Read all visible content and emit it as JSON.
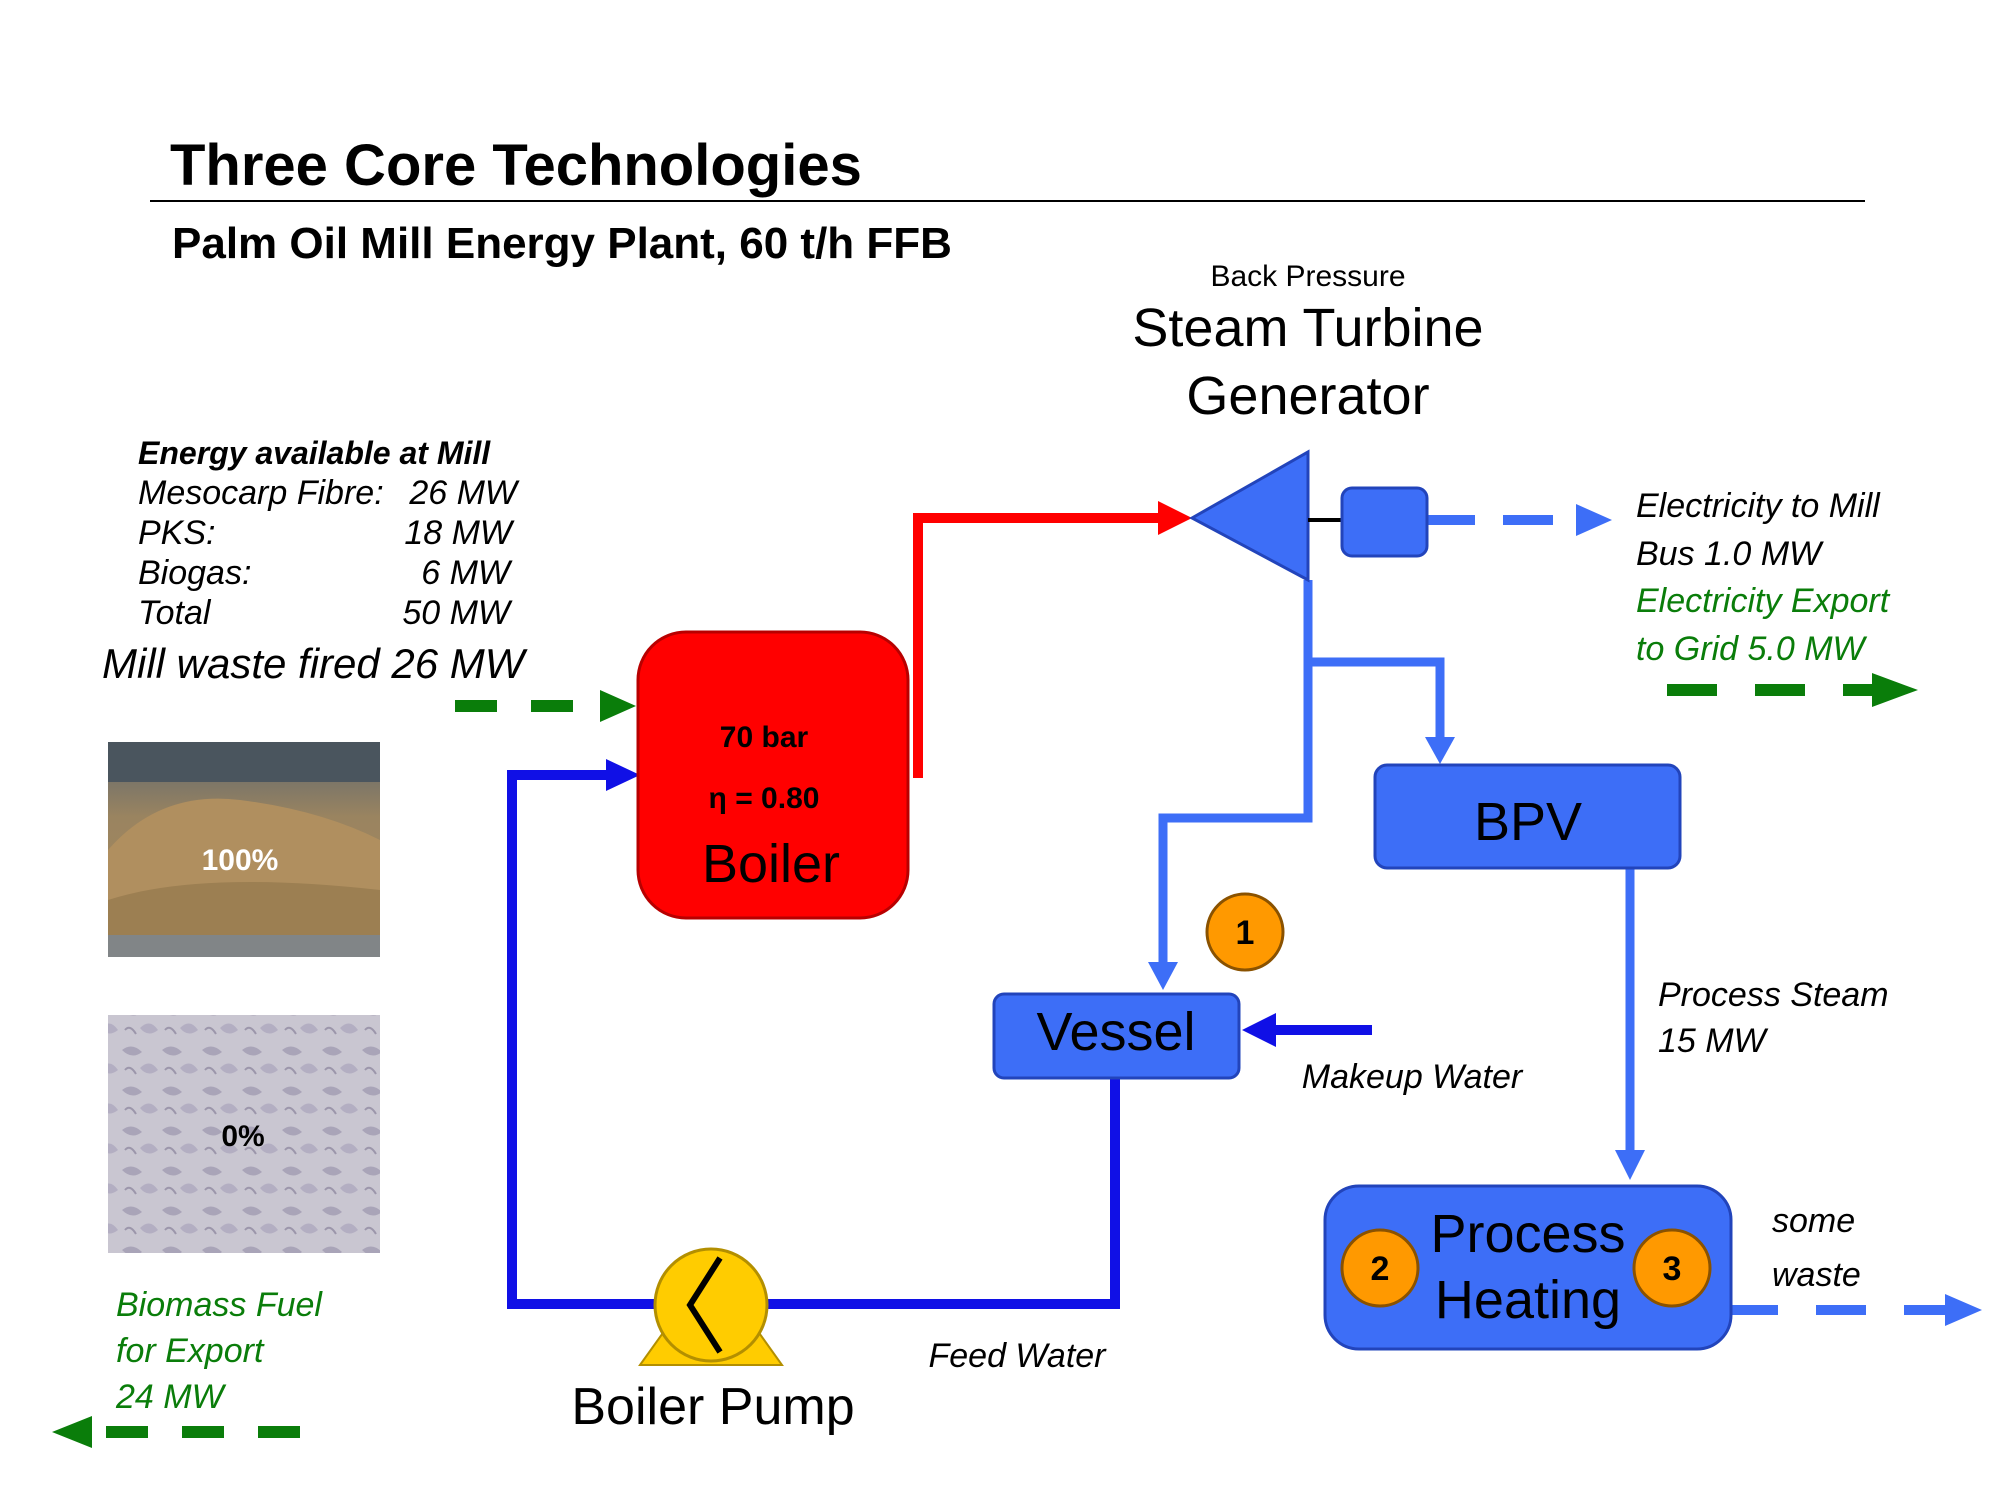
{
  "header": {
    "title": "Three Core Technologies",
    "subtitle": "Palm Oil Mill Energy Plant, 60 t/h FFB"
  },
  "turbine": {
    "caption_small": "Back Pressure",
    "caption_line1": "Steam Turbine",
    "caption_line2": "Generator"
  },
  "energy_table": {
    "heading": "Energy available at Mill",
    "rows": [
      {
        "label": "Mesocarp Fibre:",
        "value": "26 MW"
      },
      {
        "label": "PKS:",
        "value": "18 MW"
      },
      {
        "label": "Biogas:",
        "value": "6 MW"
      },
      {
        "label": "Total",
        "value": "50 MW"
      }
    ]
  },
  "mill_waste": "Mill waste fired 26 MW",
  "photos": {
    "top_percent": "100%",
    "bottom_percent": "0%"
  },
  "biomass_export": {
    "line1": "Biomass Fuel",
    "line2": "for Export",
    "line3": "24 MW"
  },
  "boiler": {
    "pressure": "70 bar",
    "efficiency": "η = 0.80",
    "label": "Boiler"
  },
  "electricity": {
    "mill_line1": "Electricity to Mill",
    "mill_line2": "Bus 1.0 MW",
    "export_line1": "Electricity Export",
    "export_line2": "to Grid 5.0 MW"
  },
  "bpv": {
    "label": "BPV"
  },
  "vessel": {
    "label": "Vessel"
  },
  "makeup_water": "Makeup Water",
  "process_steam": {
    "line1": "Process Steam",
    "line2": "15 MW"
  },
  "process_heating": {
    "line1": "Process",
    "line2": "Heating"
  },
  "waste": {
    "line1": "some",
    "line2": "waste"
  },
  "feed_water": "Feed Water",
  "boiler_pump": "Boiler Pump",
  "badges": {
    "b1": "1",
    "b2": "2",
    "b3": "3"
  },
  "colors": {
    "steam_blue": "#3d6ef7",
    "water_blue": "#1010e6",
    "hot_red": "#ff0000",
    "export_green": "#0a7d0a",
    "badge_orange": "#ff9900",
    "pump_yellow": "#ffcc00"
  }
}
